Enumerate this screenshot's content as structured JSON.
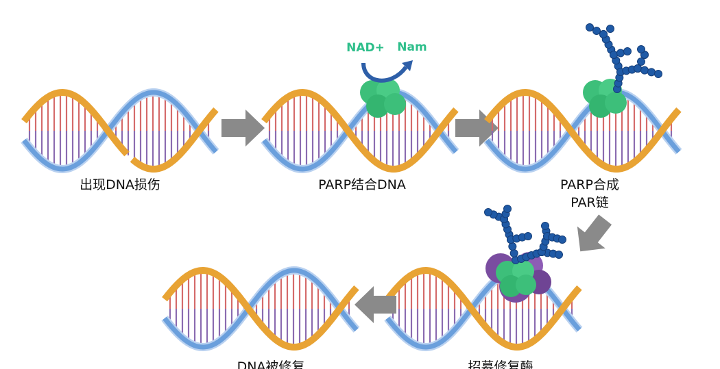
{
  "colors": {
    "orange_strand": "#E8A334",
    "blue_strand": "#6A9FDC",
    "light_blue_strand": "#B9D1F0",
    "rung_red": "#D46A6A",
    "rung_purple": "#8A6BB0",
    "arrow_gray": "#8A8A8A",
    "parp_green": "#3DBF7A",
    "nad_green": "#2DBE8A",
    "par_blue": "#1F5AA6",
    "enzyme_purple": "#7A4DA0"
  },
  "icons": [
    "dna-helix",
    "right-arrow",
    "left-arrow",
    "down-left-arrow",
    "parp-protein",
    "par-chain",
    "repair-enzyme",
    "curved-arrow"
  ],
  "steps": [
    {
      "label": "出现DNA损伤"
    },
    {
      "label": "PARP结合DNA"
    },
    {
      "label_line1": "PARP合成",
      "label_line2": "PAR链"
    },
    {
      "label": "招募修复酶"
    },
    {
      "label": "DNA被修复"
    }
  ],
  "reaction": {
    "substrate": "NAD+",
    "product": "Nam"
  }
}
